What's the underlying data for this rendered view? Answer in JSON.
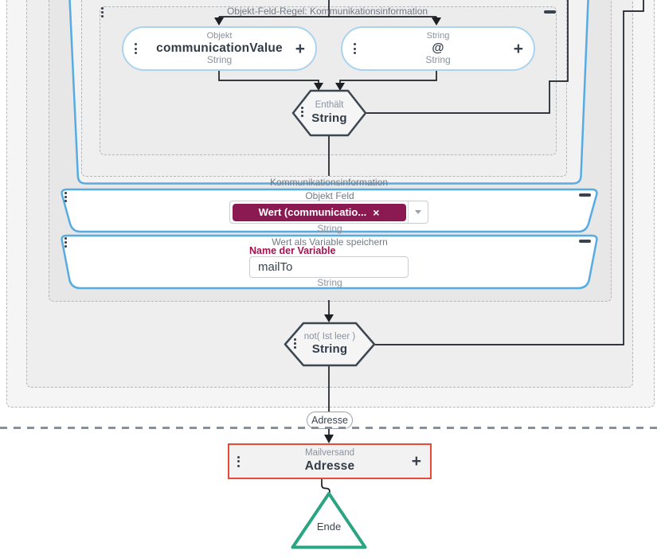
{
  "colors": {
    "node_border_blue": "#a9d3ee",
    "container_blue": "#57abe3",
    "dark": "#39434f",
    "gray_label": "#8a929c",
    "chip_bg": "#8c1a52",
    "field_label_red": "#a01550",
    "mail_border_red": "#e74a38",
    "end_green": "#2ba581",
    "line": "#1c1f24"
  },
  "ofr_group": {
    "title": "Objekt-Feld-Regel: Kommunikationsinformation",
    "node_left": {
      "top": "Objekt",
      "main": "communicationValue",
      "bottom": "String"
    },
    "node_right": {
      "top": "String",
      "main": "@",
      "bottom": "String"
    },
    "operator": {
      "top": "Enthält",
      "main": "String"
    }
  },
  "group_label": "Kommunikationsinformation",
  "objekt_feld": {
    "title": "Objekt Feld",
    "chip_label": "Wert (communicatio...",
    "type": "String"
  },
  "wert_var": {
    "title": "Wert als Variable speichern",
    "field_label": "Name der Variable",
    "field_value": "mailTo",
    "type": "String"
  },
  "not_op": {
    "top": "not( Ist leer )",
    "main": "String"
  },
  "edge_label": "Adresse",
  "mail": {
    "top": "Mailversand",
    "main": "Adresse"
  },
  "ende": "Ende",
  "icons": {
    "plus": "+",
    "close": "×"
  }
}
